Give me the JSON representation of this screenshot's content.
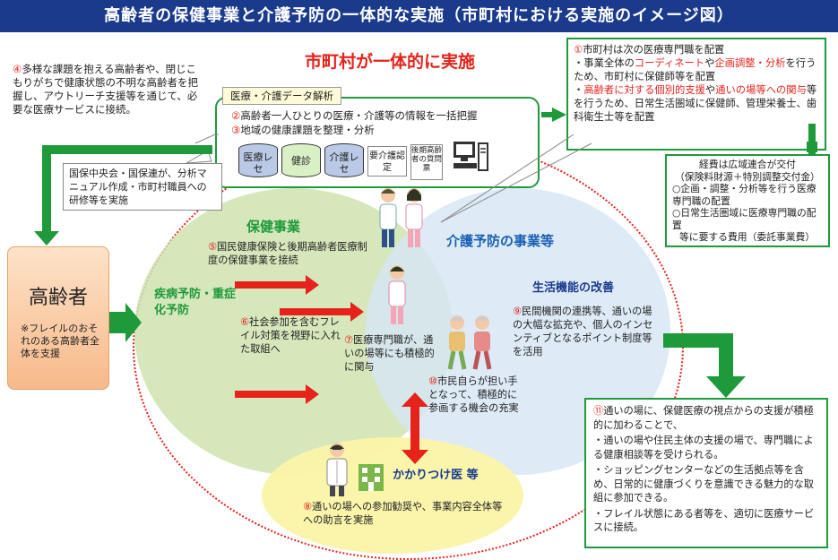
{
  "title": "高齢者の保健事業と介護予防の一体的な実施（市町村における実施のイメージ図）",
  "main_heading": "市町村が一体的に実施",
  "note4": {
    "num": "④",
    "text": "多様な課題を抱える高齢者や、閉じこもりがちで健康状態の不明な高齢者を把握し、アウトリーチ支援等を通じて、必要な医療サービスに接続。"
  },
  "data_box": {
    "label": "医療・介護データ解析",
    "item2_num": "②",
    "item2": "高齢者一人ひとりの医療・介護等の情報を一括把握",
    "item3_num": "③",
    "item3": "地域の健康課題を整理・分析",
    "cans": [
      "医療レセ",
      "健診",
      "介護レセ"
    ],
    "box_kaigo": "要介護認定",
    "box_survey": "後期高齢者の質問票"
  },
  "kokuho_note": "国保中央会・国保連が、分析マニュアル作成・市町村職員への研修等を実施",
  "box1": {
    "num": "①",
    "line1": "市町村は次の医療専門職を配置",
    "b1_pre": "・事業全体の",
    "b1_red1": "コーディネート",
    "b1_mid1": "や",
    "b1_red2": "企画調整・分析",
    "b1_post": "を行うため、市町村に保健師等を配置",
    "b2_pre": "・",
    "b2_red1": "高齢者に対する個別的支援",
    "b2_mid": "や",
    "b2_red2": "通いの場等への関与",
    "b2_post": "等を行うため、日常生活圏域に保健師、管理栄養士、歯科衛生士等を配置"
  },
  "funding": {
    "title": "経費は広域連合が交付",
    "subtitle": "（保険料財源＋特別調整交付金）",
    "item1": "○企画・調整・分析等を行う医療専門職の配置",
    "item2": "○日常生活圏域に医療専門職の配置",
    "item3": "等に要する費用（委託事業費）"
  },
  "elderly_box": {
    "title": "高齢者",
    "note": "※フレイルのおそれのある高齢者全体を支援"
  },
  "hoken": {
    "title": "保健事業",
    "sub": "疾病予防・重症化予防",
    "n5_num": "⑤",
    "n5": "国民健康保険と後期高齢者医療制度の保健事業を接続",
    "n6_num": "⑥",
    "n6": "社会参加を含むフレイル対策を視野に入れた取組へ"
  },
  "kaigo": {
    "title": "介護予防の事業等",
    "sub": "生活機能の改善",
    "n9_num": "⑨",
    "n9": "民間機関の連携等、通いの場の大幅な拡充や、個人のインセンティブとなるポイント制度等を活用"
  },
  "n7_num": "⑦",
  "n7": "医療専門職が、通いの場等にも積極的に関与",
  "n10_num": "⑩",
  "n10": "市民自らが担い手となって、積極的に参画する機会の充実",
  "kakaritsuke": {
    "title": "かかりつけ医 等",
    "n8_num": "⑧",
    "n8": "通いの場への参加勧奨や、事業内容全体等への助言を実施"
  },
  "box11": {
    "num": "⑪",
    "line1": "通いの場に、保健医療の視点からの支援が積極的に加わることで、",
    "b1": "・通いの場や住民主体の支援の場で、専門職による健康相談等を受けられる。",
    "b2": "・ショッピングセンターなどの生活拠点等を含め、日常的に健康づくりを意識できる魅力的な取組に参加できる。",
    "b3": "・フレイル状態にある者等を、適切に医療サービスに接続。"
  },
  "colors": {
    "title_bg": "#1a3a8c",
    "accent_red": "#e5231b",
    "green": "#1e9a3a",
    "hoken_circle": "#cfe3b0",
    "kaigo_circle": "#d6e6f5",
    "kakari_circle": "#fbf4a8"
  }
}
